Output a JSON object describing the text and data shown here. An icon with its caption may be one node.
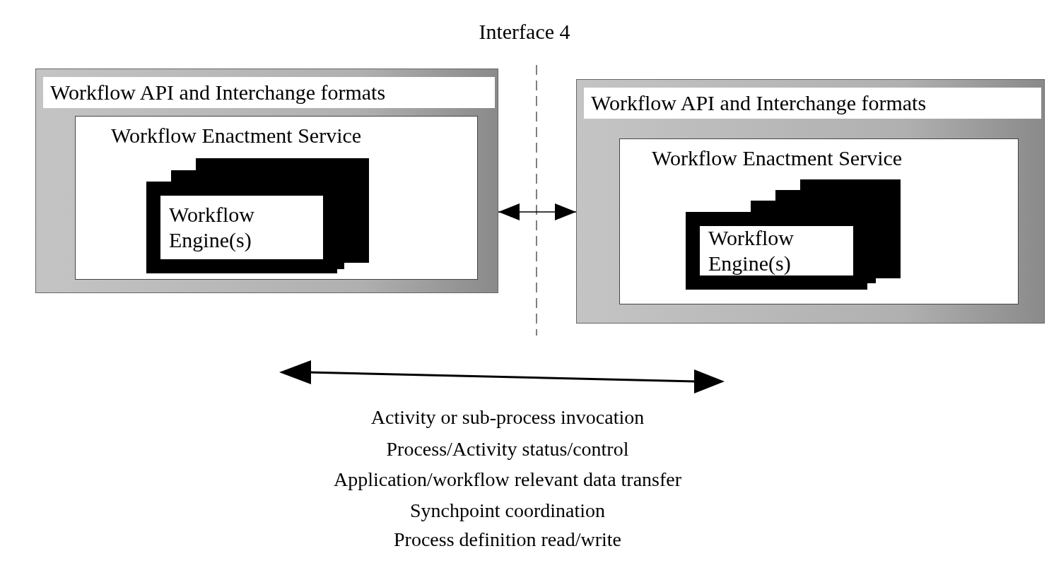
{
  "diagram": {
    "title": "Interface 4",
    "nodes": [
      {
        "text": [
          "Workflow API and Interchange formats"
        ]
      },
      {
        "text": [
          "Workflow Enactment Service"
        ],
        "in": 0
      },
      {
        "text": [
          "Workflow Engine(s)"
        ],
        "in": 1
      },
      {
        "text": [
          "Workflow API and Interchange formats"
        ]
      },
      {
        "text": [
          "Workflow Enactment Service"
        ],
        "in": 3
      },
      {
        "text": [
          "Workflow Engine(s)"
        ],
        "in": 4
      }
    ],
    "edges": [
      {
        "from": 0,
        "to": 3,
        "arrow": "both"
      }
    ],
    "labels": [
      "Activity or sub-process invocation",
      "Process/Activity status/control",
      "Application/workflow relevant data transfer",
      "Synchpoint coordination",
      "Process definition read/write"
    ]
  }
}
